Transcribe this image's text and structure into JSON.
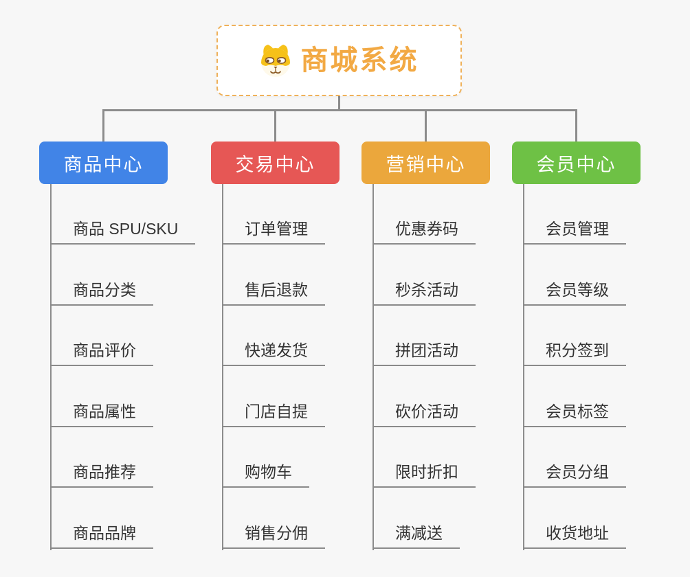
{
  "canvas": {
    "background": "#f7f7f7",
    "connector_color": "#8c8c8c"
  },
  "root": {
    "title": "商城系统",
    "title_color": "#f2a944",
    "border_color": "#efb15a",
    "icon": "dog-face-icon"
  },
  "branches": [
    {
      "label": "商品中心",
      "color": "#4184e7",
      "items": [
        "商品 SPU/SKU",
        "商品分类",
        "商品评价",
        "商品属性",
        "商品推荐",
        "商品品牌"
      ]
    },
    {
      "label": "交易中心",
      "color": "#e65755",
      "items": [
        "订单管理",
        "售后退款",
        "快递发货",
        "门店自提",
        "购物车",
        "销售分佣"
      ]
    },
    {
      "label": "营销中心",
      "color": "#eba73c",
      "items": [
        "优惠券码",
        "秒杀活动",
        "拼团活动",
        "砍价活动",
        "限时折扣",
        "满减送"
      ]
    },
    {
      "label": "会员中心",
      "color": "#6ec145",
      "items": [
        "会员管理",
        "会员等级",
        "积分签到",
        "会员标签",
        "会员分组",
        "收货地址"
      ]
    }
  ]
}
